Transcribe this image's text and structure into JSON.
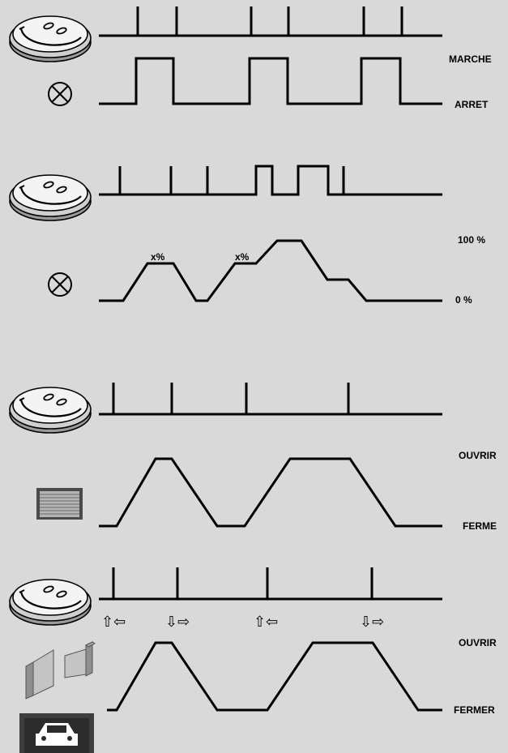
{
  "sections": [
    {
      "id": "switch",
      "input_icon": "push-button-smiley-icon",
      "output_icon": "lamp-cross-icon",
      "state_labels": {
        "high": "MARCHE",
        "low": "ARRET"
      }
    },
    {
      "id": "dimmer",
      "input_icon": "push-button-smiley-icon",
      "output_icon": "lamp-cross-icon",
      "state_labels": {
        "high": "100 %",
        "low": "0 %"
      },
      "level_labels": [
        "x%",
        "x%"
      ]
    },
    {
      "id": "shutter",
      "input_icon": "push-button-smiley-icon",
      "output_icon": "roller-shutter-icon",
      "state_labels": {
        "high": "OUVRIR",
        "low": "FERME"
      }
    },
    {
      "id": "gate",
      "input_icon": "push-button-smiley-icon",
      "output_icons": [
        "swing-gate-icon",
        "garage-door-car-icon"
      ],
      "state_labels": {
        "high": "OUVRIR",
        "low": "FERMER"
      },
      "direction_labels": [
        "⇧⇦",
        "⇩⇨",
        "⇧⇦",
        "⇩⇨"
      ]
    }
  ]
}
